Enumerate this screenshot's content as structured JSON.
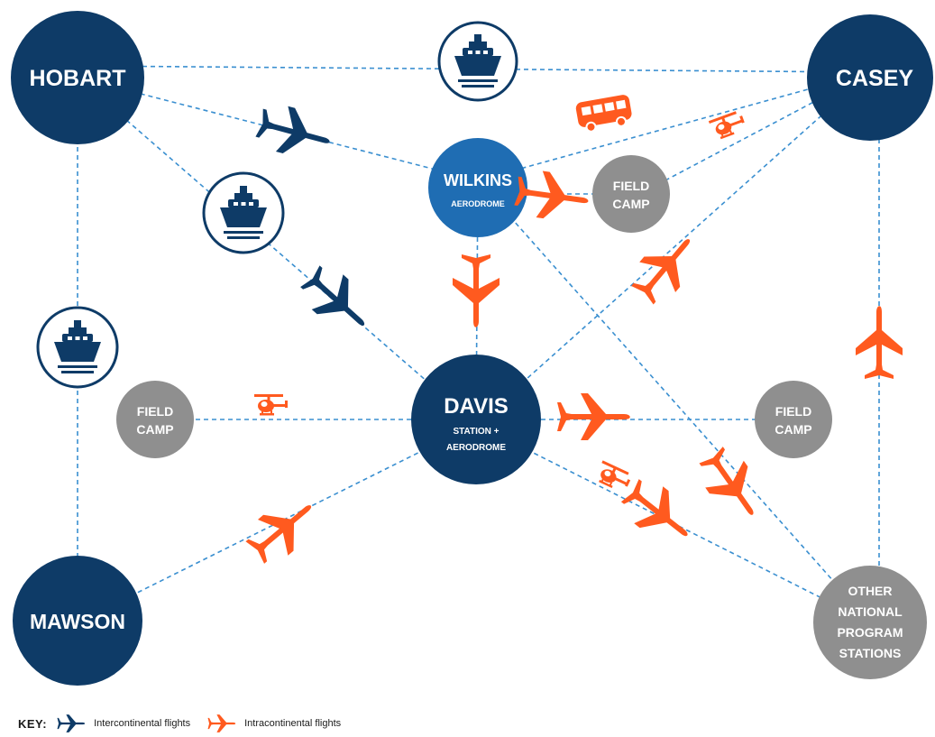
{
  "colors": {
    "navy": "#0e3b67",
    "blue": "#1f6db3",
    "orange": "#ff5a1f",
    "gray": "#8f8f8f",
    "line": "#3a8fd0"
  },
  "nodes": {
    "hobart": {
      "label": "HOBART"
    },
    "casey": {
      "label": "CASEY"
    },
    "wilkins": {
      "label": "WILKINS",
      "sub": "AERODROME"
    },
    "davis": {
      "label": "DAVIS",
      "sub1": "STATION +",
      "sub2": "AERODROME"
    },
    "mawson": {
      "label": "MAWSON"
    },
    "field_camp_wilkins": {
      "line1": "FIELD",
      "line2": "CAMP"
    },
    "field_camp_left": {
      "line1": "FIELD",
      "line2": "CAMP"
    },
    "field_camp_right": {
      "line1": "FIELD",
      "line2": "CAMP"
    },
    "other": {
      "line1": "OTHER",
      "line2": "NATIONAL",
      "line3": "PROGRAM",
      "line4": "STATIONS"
    }
  },
  "icons": {
    "ship": "ship-icon",
    "bus": "bus-icon",
    "helicopter": "helicopter-icon",
    "plane": "airplane-icon"
  },
  "key": {
    "title": "KEY:",
    "intercontinental": "Intercontinental flights",
    "intracontinental": "Intracontinental flights"
  }
}
